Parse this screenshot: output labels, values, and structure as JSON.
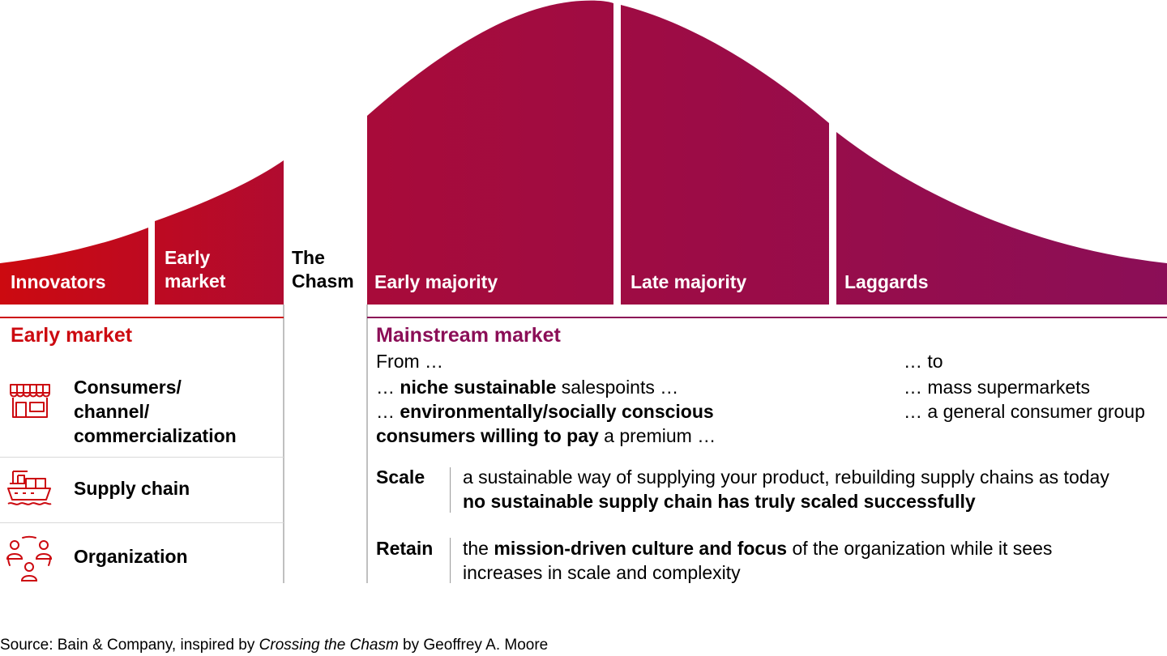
{
  "segments": {
    "innovators": "Innovators",
    "early_market": [
      "Early",
      "market"
    ],
    "chasm": [
      "The",
      "Chasm"
    ],
    "early_majority": "Early majority",
    "late_majority": "Late majority",
    "laggards": "Laggards"
  },
  "left": {
    "heading": "Early market",
    "rows": [
      {
        "icon": "storefront-icon",
        "label": [
          "Consumers/",
          "channel/",
          "commercialization"
        ]
      },
      {
        "icon": "cargo-ship-icon",
        "label": [
          "Supply chain"
        ]
      },
      {
        "icon": "people-network-icon",
        "label": [
          "Organization"
        ]
      }
    ]
  },
  "right": {
    "heading": "Mainstream market",
    "from_label": "From …",
    "to_label": "… to",
    "consumers": {
      "from": [
        [
          "… ",
          "niche sustainable",
          " salespoints …"
        ],
        [
          "… ",
          "environmentally/socially conscious",
          ""
        ],
        [
          "",
          "consumers willing to pay",
          " a premium …"
        ]
      ],
      "to": [
        "… mass supermarkets",
        "… a general consumer group"
      ]
    },
    "supply_chain": {
      "key": "Scale",
      "line1": "a sustainable way of supplying your product, rebuilding supply chains as today",
      "line2": "no sustainable supply chain has truly scaled successfully"
    },
    "organization": {
      "key": "Retain",
      "line1_pre": "the ",
      "line1_bold": "mission-driven culture and focus",
      "line1_post": " of the organization while it sees",
      "line2": "increases in scale and complexity"
    }
  },
  "source": {
    "prefix": "Source: Bain & Company, inspired by ",
    "italic": "Crossing the Chasm",
    "suffix": " by Geoffrey A. Moore"
  },
  "colors": {
    "red": "#cc0a10",
    "crimson": "#a80b3a",
    "purple": "#8b0e57",
    "rule_grey": "#c0c0c0"
  }
}
